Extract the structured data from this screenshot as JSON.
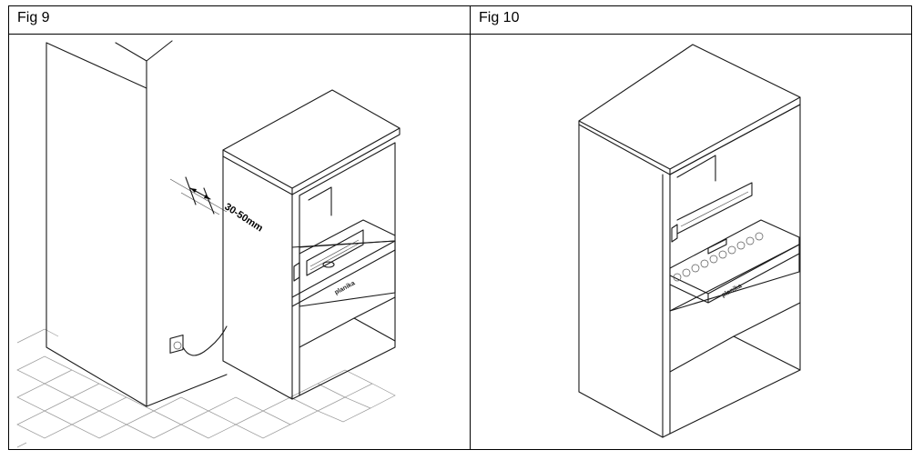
{
  "figures": [
    {
      "caption": "Fig 9",
      "dimension_label": "30-50mm",
      "logo": "planika"
    },
    {
      "caption": "Fig 10",
      "logo": "planika"
    }
  ]
}
